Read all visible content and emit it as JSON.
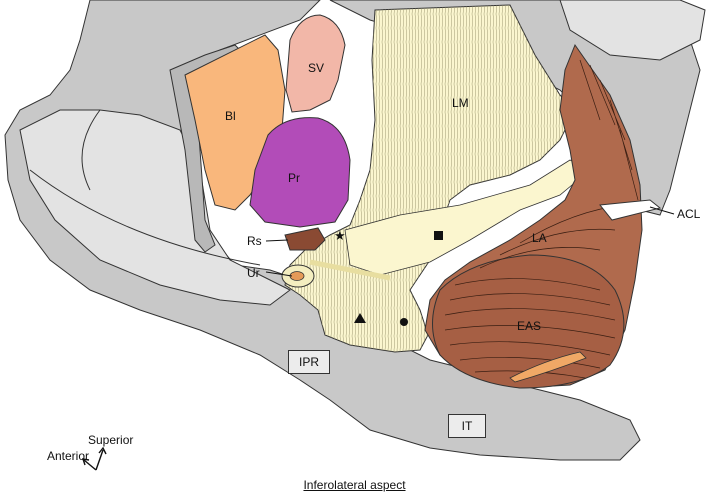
{
  "labels": {
    "bladder": "Bl",
    "seminal_vesicle": "SV",
    "longitudinal_muscle": "LM",
    "prostate": "Pr",
    "rectourethralis": "Rs",
    "urethra": "Ur",
    "levator_ani": "LA",
    "external_anal_sphincter": "EAS",
    "anococcygeal_ligament": "ACL",
    "ischiopubic_ramus": "IPR",
    "ischial_tuberosity": "IT"
  },
  "orientation": {
    "superior": "Superior",
    "anterior": "Anterior"
  },
  "caption": "Inferolateral aspect",
  "colors": {
    "bone": "#c8c8c8",
    "bone_light": "#e3e3e3",
    "bladder": "#f9b77c",
    "seminal_vesicle": "#f2b7a8",
    "prostate": "#b24cb8",
    "longitudinal_muscle": "#fbf6cf",
    "levator_ani": "#b06a4d",
    "outline": "#333333"
  },
  "markers": [
    "star",
    "square",
    "triangle",
    "circle"
  ]
}
